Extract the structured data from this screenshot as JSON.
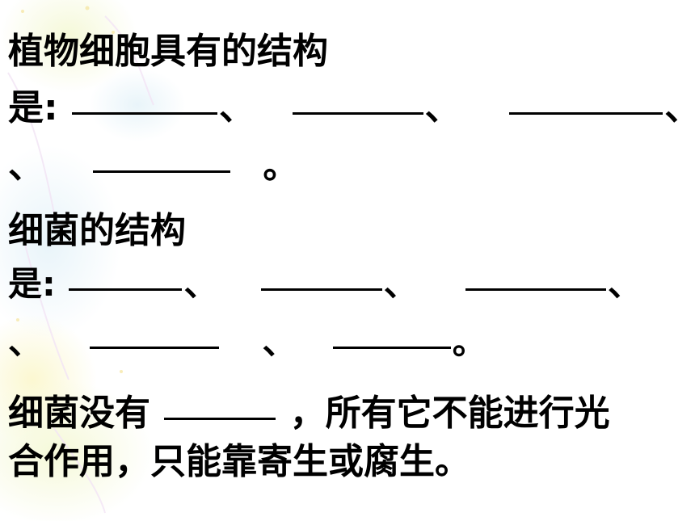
{
  "q1": {
    "line1": "植物细胞具有的结构",
    "line2_start": "是",
    "colon": ":",
    "sep": "、",
    "end": "。"
  },
  "q2": {
    "line1": "细菌的结构",
    "line2_start": "是",
    "colon": ":",
    "sep": "、",
    "end": "。"
  },
  "q3": {
    "line1_a": "细菌没有",
    "line1_b": "，所有它不能进行光",
    "line2": "合作用，只能靠寄生或腐生。"
  },
  "theme": {
    "text_color": "#000000",
    "background": "#ffffff",
    "decor_colors": [
      "#f2f6c8",
      "#e9f2c5",
      "#e7f4f9",
      "#f8e5f7",
      "#fbf7c8"
    ]
  }
}
